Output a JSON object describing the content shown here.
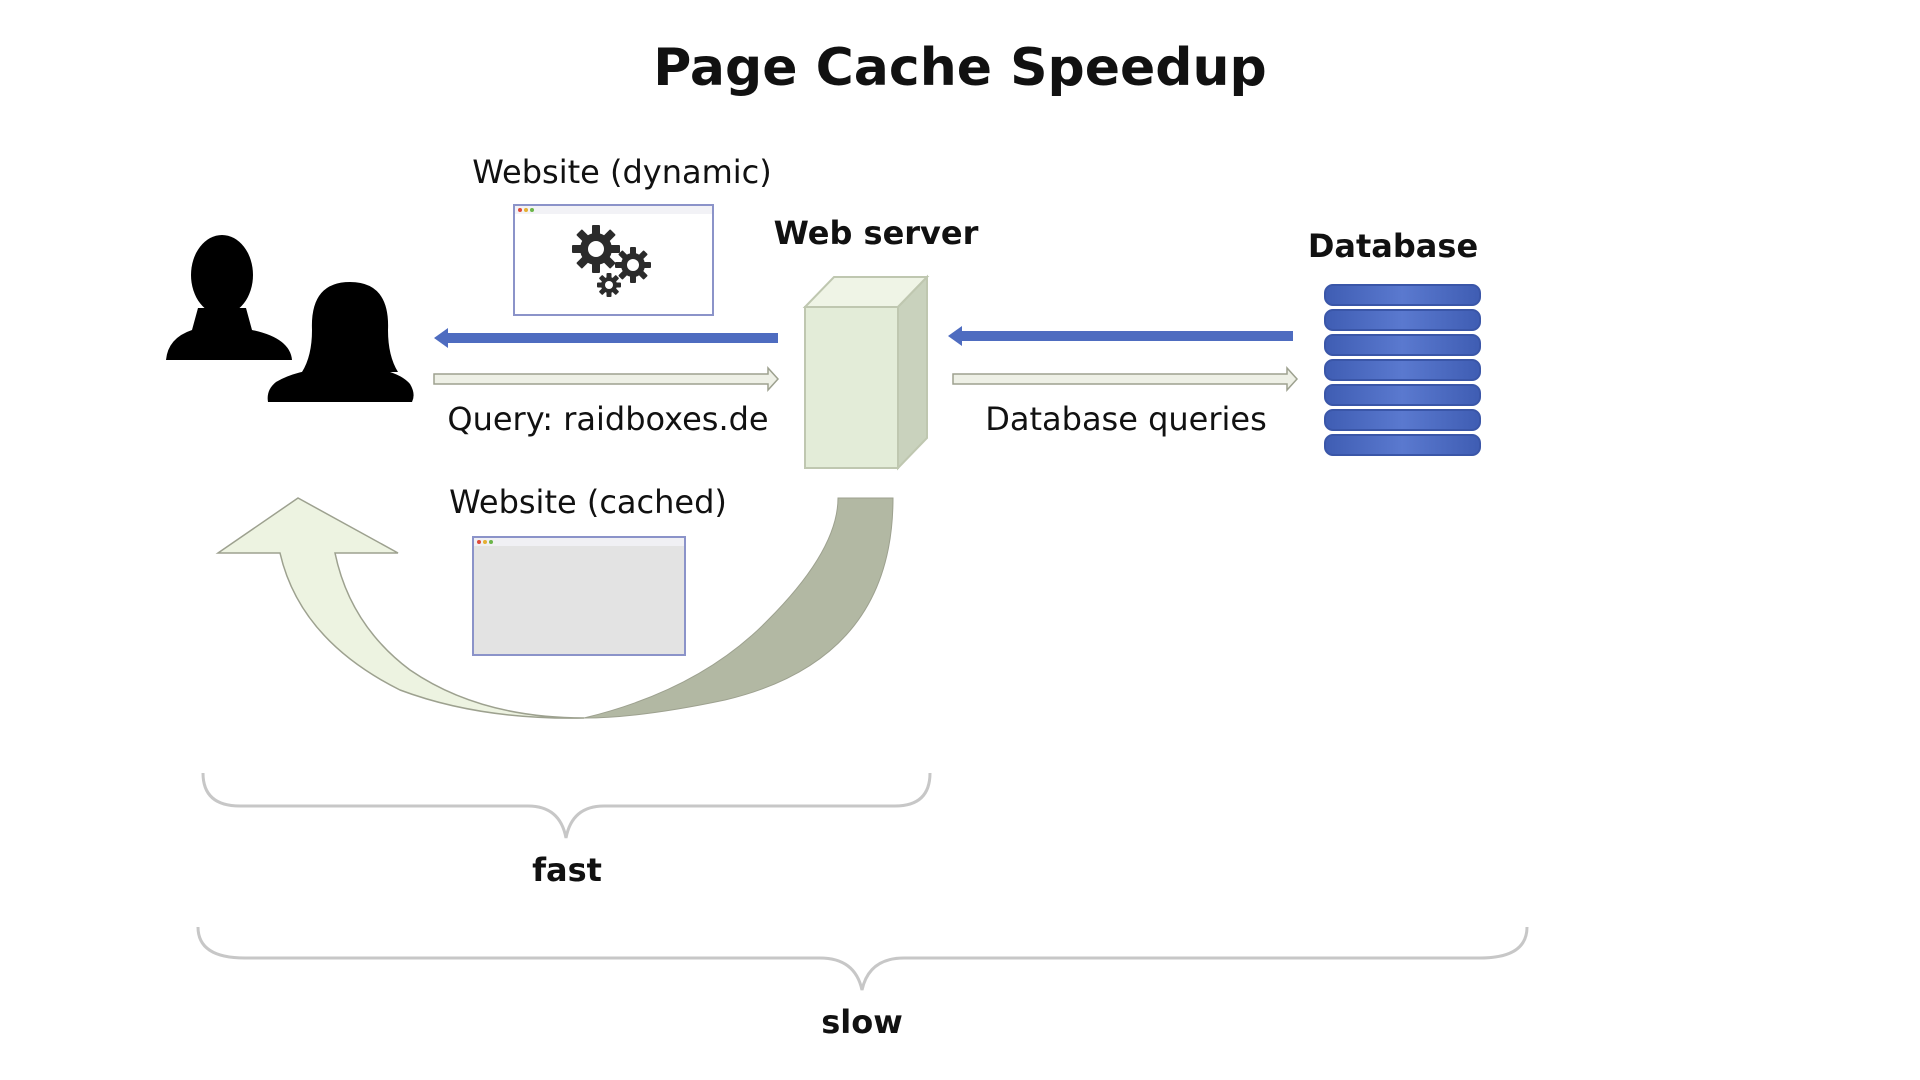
{
  "title": "Page Cache Speedup",
  "labels": {
    "website_dynamic": "Website (dynamic)",
    "web_server": "Web server",
    "database": "Database",
    "query": "Query: raidboxes.de",
    "database_queries": "Database queries",
    "website_cached": "Website (cached)",
    "fast": "fast",
    "slow": "slow"
  },
  "colors": {
    "arrow_blue": "#4e6cc0",
    "arrow_light": "#eef0e6",
    "server_face": "#e3ecd8",
    "server_side": "#c9d2bd",
    "curve_light": "#edf3e1",
    "curve_dark": "#b2b8a3",
    "database_blue": "#4e6cc0",
    "brace_gray": "#c7c7c7"
  },
  "icons": {
    "users": "users-silhouette-icon",
    "gears": "gears-icon",
    "server": "server-box-icon",
    "database": "database-stack-icon"
  }
}
